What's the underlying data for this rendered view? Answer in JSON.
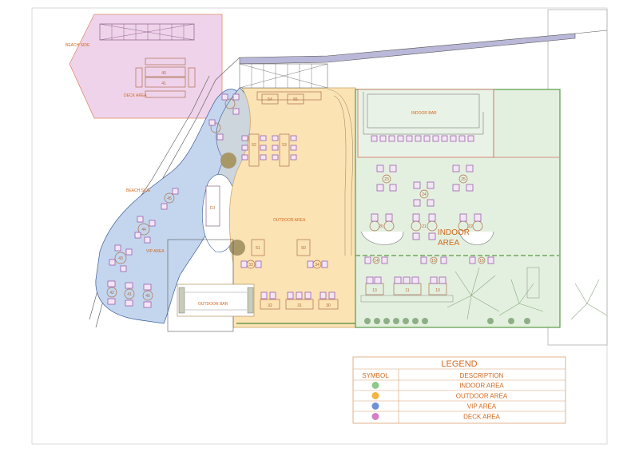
{
  "plan": {
    "deck": {
      "beach_side_label": "BEACH SIDE",
      "area_label": "DECK AREA",
      "tables": [
        "40",
        "41"
      ]
    },
    "vip": {
      "beach_side_label": "BEACH SIDE",
      "area_label": "VIP AREA",
      "tables": [
        "45",
        "44",
        "43",
        "42",
        "41",
        "40"
      ],
      "dj_label": "DJ"
    },
    "outdoor": {
      "area_label": "OUTDOOR AREA",
      "bar_label": "OUTDOOR BAR",
      "tables": [
        "54",
        "55",
        "52",
        "53",
        "51",
        "50",
        "32",
        "31",
        "30",
        "33",
        "34"
      ]
    },
    "indoor": {
      "area_label_line1": "INDOOR",
      "area_label_line2": "AREA",
      "bar_label": "INDOOR BAR",
      "tables": [
        "23",
        "24",
        "25",
        "20",
        "21",
        "22",
        "14",
        "15",
        "16",
        "13",
        "11",
        "10"
      ]
    }
  },
  "legend": {
    "title": "LEGEND",
    "symbol_header": "SYMBOL",
    "description_header": "DESCRIPTION",
    "rows": [
      {
        "color": "#8fc98a",
        "label": "INDOOR AREA"
      },
      {
        "color": "#f5b342",
        "label": "OUTDOOR AREA"
      },
      {
        "color": "#6f8fd6",
        "label": "VIP AREA"
      },
      {
        "color": "#d57fc9",
        "label": "DECK AREA"
      }
    ]
  },
  "colors": {
    "indoor_fill": "#e3f0df",
    "outdoor_fill": "#fbe3b4",
    "vip_fill": "#c3d6ee",
    "deck_fill": "#efd3ea",
    "label": "#d2691e"
  }
}
